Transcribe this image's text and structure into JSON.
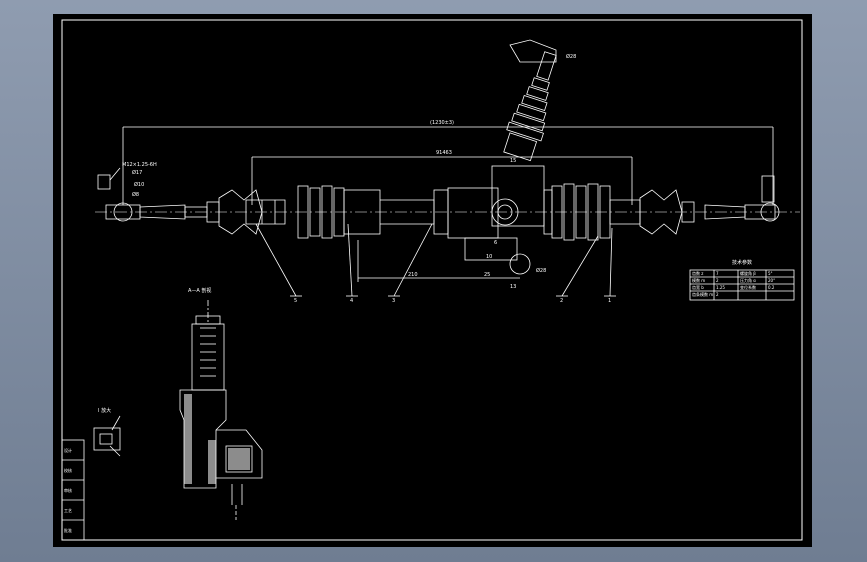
{
  "drawing": {
    "overall_dim": "(1230±3)",
    "inner_dim": "91463",
    "dim_15": "15",
    "dim_10": "10",
    "dim_6": "6",
    "dim_13": "13",
    "dim_25": "25",
    "dim_210": "210",
    "dim_phi28": "Ø28",
    "dim_h": "10",
    "left_tol_1": "M12×1.25-6H",
    "left_tol_2": "Ø17",
    "left_tol_3": "Ø10",
    "left_tol_4": "Ø8",
    "top_ref": "Ø28",
    "balloons": [
      "5",
      "4",
      "3",
      "2",
      "1"
    ],
    "section_label": "A—A 剖视",
    "detail_label": "I 放大"
  },
  "param_table": {
    "title": "技术参数",
    "rows": [
      [
        "齿数 z",
        "7",
        "螺旋角 β",
        "5°"
      ],
      [
        "模数 m",
        "2",
        "压力角 α",
        "20°"
      ],
      [
        "齿宽 b",
        "1.25",
        "变位系数",
        "0.2"
      ],
      [
        "齿条模数 m",
        "2",
        "",
        ""
      ]
    ]
  },
  "title_block": {
    "rows": [
      "设计",
      "校核",
      "审核",
      "工艺",
      "批准"
    ]
  }
}
